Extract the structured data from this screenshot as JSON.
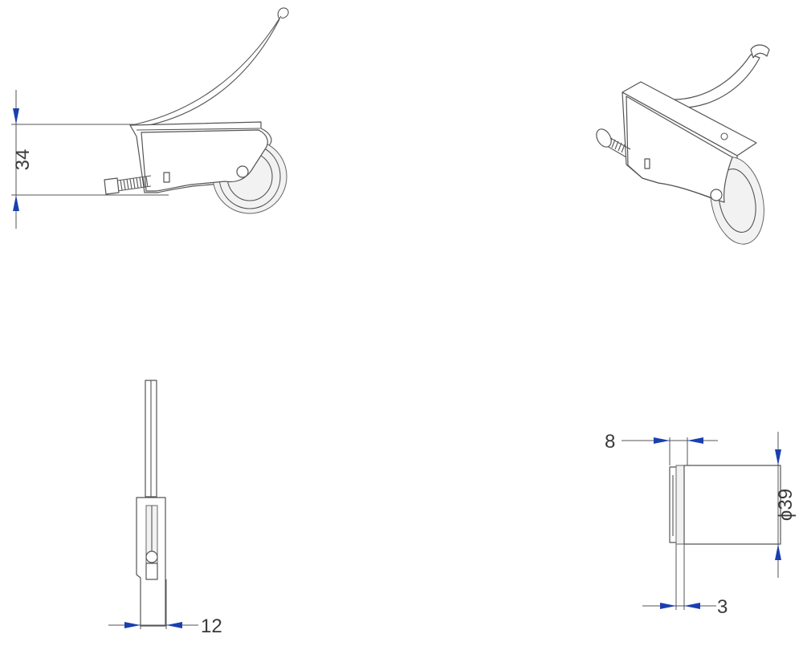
{
  "colors": {
    "line": "#555555",
    "arrow": "#1a3fb0",
    "text": "#3a3a3a",
    "background": "#ffffff"
  },
  "views": {
    "side": {
      "height_dim": "34"
    },
    "iso": {},
    "front": {
      "width_dim": "12"
    },
    "wheel_end": {
      "thickness_dim": "8",
      "offset_dim": "3",
      "diameter_dim": "ϕ39"
    }
  }
}
